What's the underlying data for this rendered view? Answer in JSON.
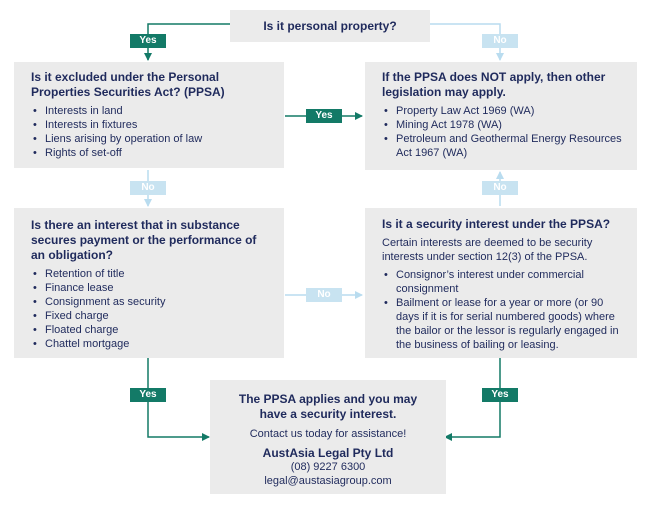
{
  "top": {
    "question": "Is it personal property?"
  },
  "box_excluded": {
    "title": "Is it excluded under the Personal Properties Securities Act? (PPSA)",
    "items": [
      "Interests in land",
      "Interests in fixtures",
      "Liens arising by operation of law",
      "Rights of set-off"
    ]
  },
  "box_not_apply": {
    "title": "If the PPSA does NOT apply, then other legislation may apply.",
    "items": [
      "Property Law Act 1969 (WA)",
      "Mining Act 1978 (WA)",
      "Petroleum and Geothermal Energy Resources Act 1967 (WA)"
    ]
  },
  "box_interest": {
    "title": "Is there an interest that in substance secures payment or the performance of an obligation?",
    "items": [
      "Retention of title",
      "Finance lease",
      "Consignment as security",
      "Fixed charge",
      "Floated charge",
      "Chattel mortgage"
    ]
  },
  "box_security": {
    "title": "Is it a security interest under the PPSA?",
    "intro": "Certain interests are deemed to be security interests under section 12(3) of the PPSA.",
    "items": [
      "Consignor’s interest under commercial consignment",
      "Bailment or lease for a year or more (or 90 days if it is for serial numbered goods) where the bailor or the lessor is regularly engaged in the business of bailing or leasing."
    ]
  },
  "box_result": {
    "title": "The PPSA applies and you may have a security interest.",
    "contact": "Contact us today for assistance!",
    "company": "AustAsia Legal Pty Ltd",
    "phone": "(08) 9227 6300",
    "email": "legal@austasiagroup.com"
  },
  "labels": {
    "yes": "Yes",
    "no": "No"
  },
  "colors": {
    "box_bg": "#ebebeb",
    "text": "#1f2a5c",
    "yes": "#137a67",
    "no": "#c8e3f1"
  }
}
